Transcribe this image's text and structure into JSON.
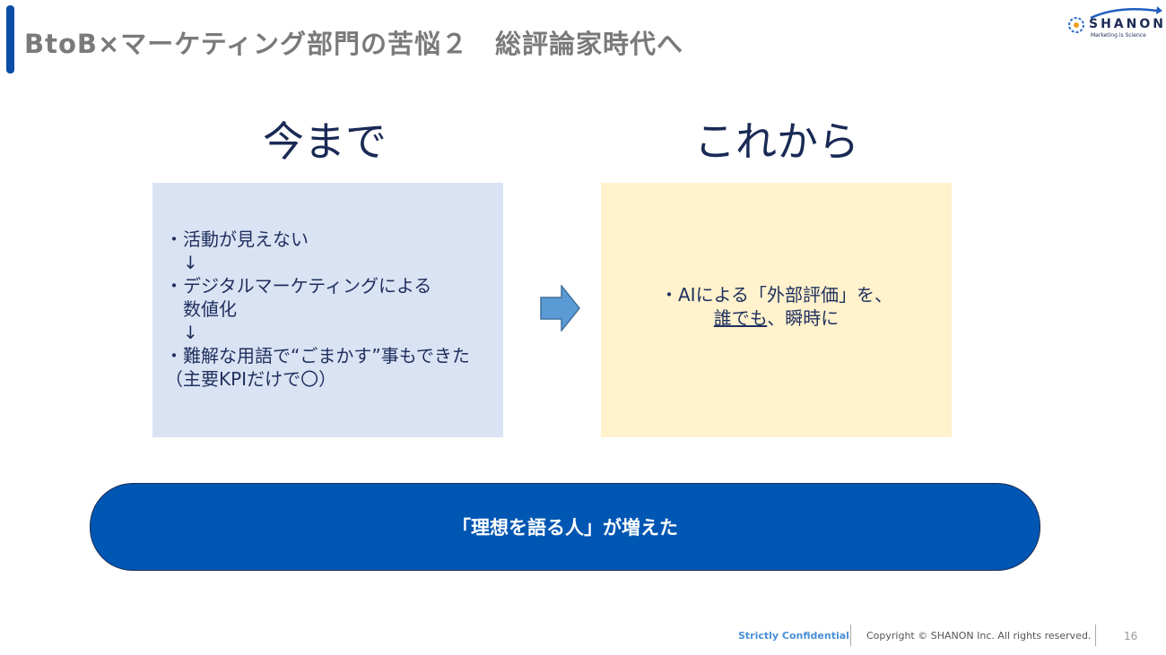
{
  "header": {
    "title": "BtoB×マーケティング部門の苦悩２　総評論家時代へ",
    "logo_name": "SHANON",
    "logo_tagline": "Marketing is Science"
  },
  "left": {
    "heading": "今まで",
    "lines": [
      "・活動が見えない",
      "　↓",
      "・デジタルマーケティングによる",
      "　数値化",
      "　↓",
      "・難解な用語で“ごまかす”事もできた",
      "（主要KPIだけで〇）"
    ]
  },
  "right": {
    "heading": "これから",
    "line1": "・AIによる「外部評価」を、",
    "line2_underlined": "誰でも",
    "line2_rest": "、瞬時に"
  },
  "banner": {
    "text": "「理想を語る人」が増えた"
  },
  "footer": {
    "confidential": "Strictly Confidential",
    "copyright": "Copyright © SHANON Inc. All rights reserved.",
    "page": "16"
  },
  "colors": {
    "accent": "#0a4ea8",
    "banner": "#0056b3",
    "left_box": "#dae3f3",
    "right_box": "#fff2cc",
    "arrow": "#5b9bd5"
  }
}
